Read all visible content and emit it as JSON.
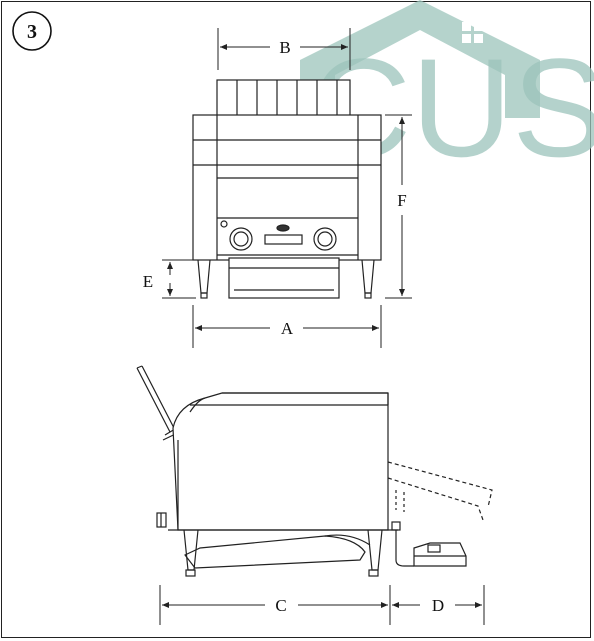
{
  "figure": {
    "number": "3"
  },
  "watermark": {
    "text": "CUS",
    "color": "#9cc4bb"
  },
  "dimensions": {
    "A": "A",
    "B": "B",
    "C": "C",
    "D": "D",
    "E": "E",
    "F": "F"
  }
}
